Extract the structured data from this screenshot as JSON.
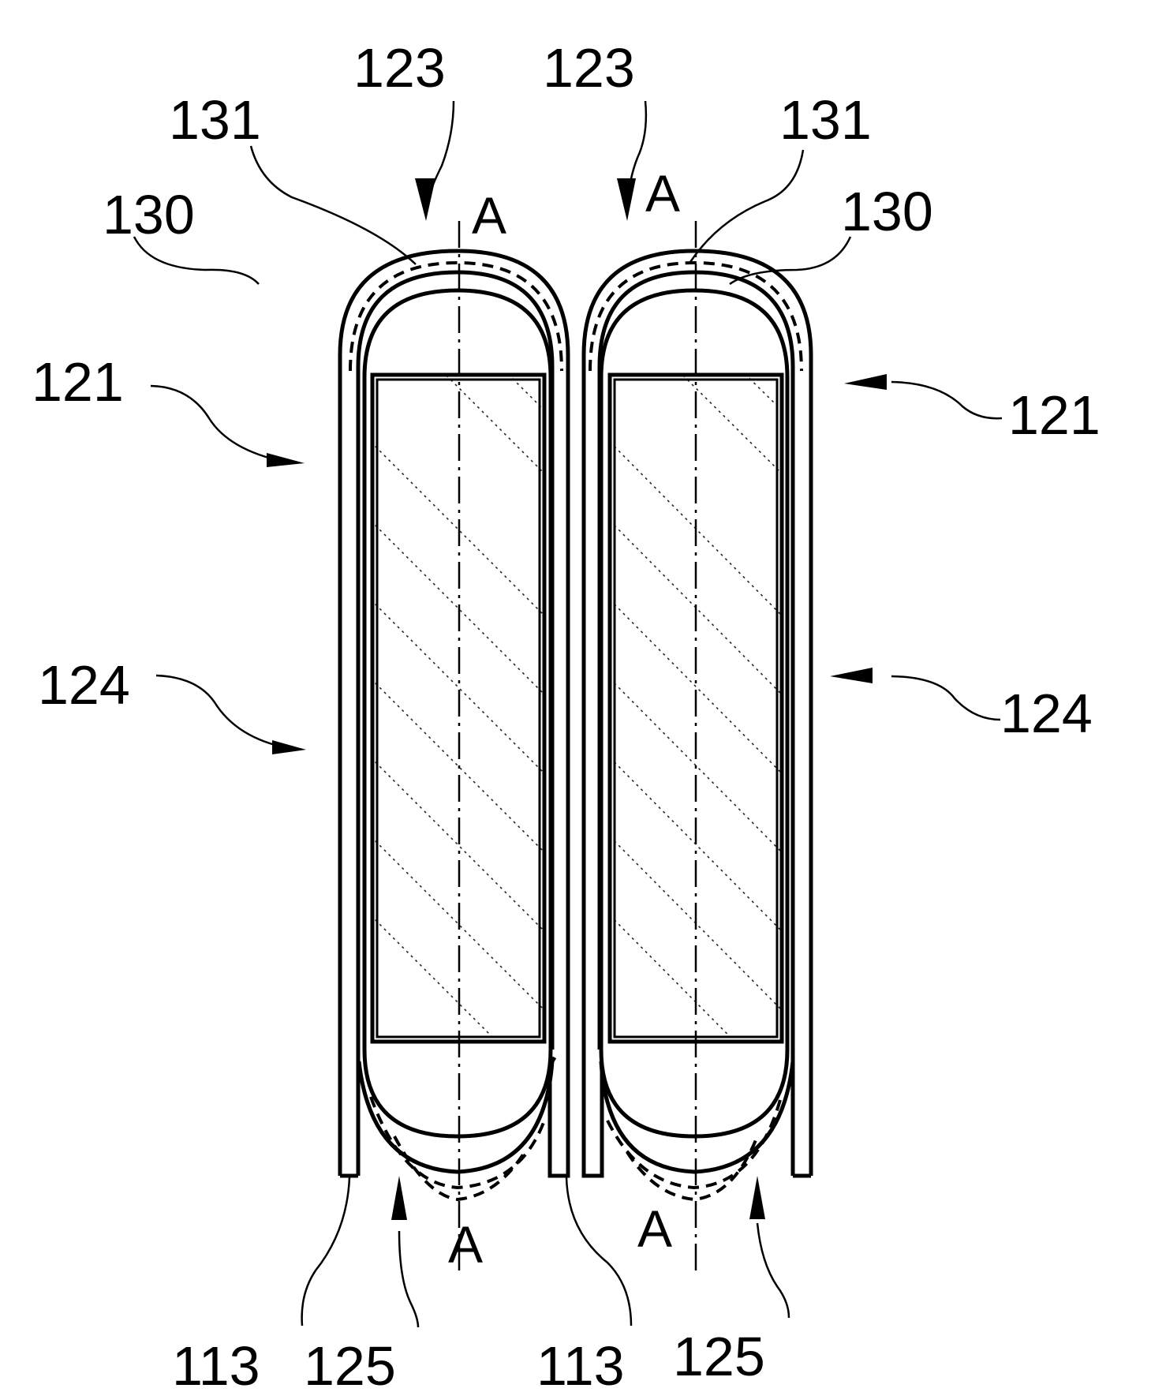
{
  "figure": {
    "type": "patent-cross-section",
    "line_color": "#000000",
    "background": "#ffffff"
  },
  "labels": {
    "top_left_123": "123",
    "top_right_123": "123",
    "top_left_131": "131",
    "top_right_131": "131",
    "top_left_130": "130",
    "top_right_130": "130",
    "left_121": "121",
    "right_121": "121",
    "left_124": "124",
    "right_124": "124",
    "bottom_113_left": "113",
    "bottom_125_left": "125",
    "bottom_113_right": "113",
    "bottom_125_right": "125"
  },
  "section_marks": {
    "top_left": "A",
    "top_right": "A",
    "bottom_left": "A",
    "bottom_right": "A"
  }
}
